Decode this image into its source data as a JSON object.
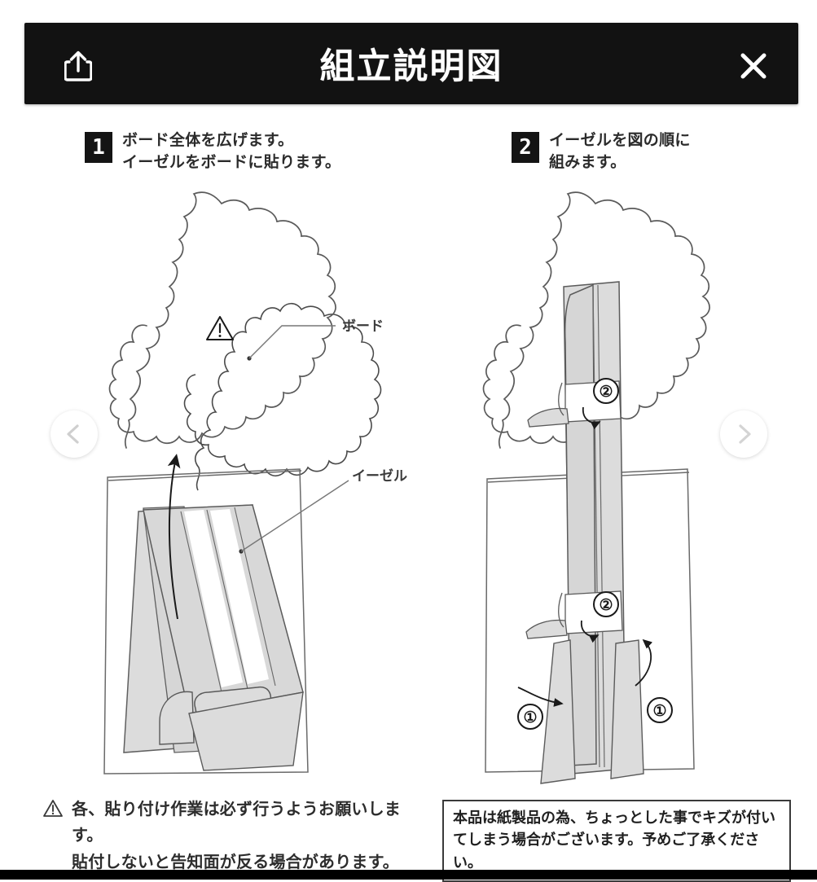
{
  "header": {
    "title": "組立説明図",
    "share_icon": "share-icon",
    "close_icon": "close-icon"
  },
  "nav": {
    "prev_icon": "chevron-left-icon",
    "next_icon": "chevron-right-icon"
  },
  "steps": [
    {
      "number": "1",
      "text": "ボード全体を広げます。\nイーゼルをボードに貼ります。"
    },
    {
      "number": "2",
      "text": "イーゼルを図の順に\n組みます。"
    }
  ],
  "diagram": {
    "labels": {
      "board": "ボード",
      "easel": "イーゼル"
    },
    "callouts": {
      "one": "①",
      "two": "②"
    },
    "warning_icon": "warning-triangle-icon"
  },
  "notes": {
    "warning": {
      "icon": "warning-triangle-icon",
      "text": "各、貼り付け作業は必ず行うようお願いします。\n貼付しないと告知面が反る場合があります。"
    },
    "boxed": {
      "text": "本品は紙製品の為、ちょっとした事でキズが付い\nてしまう場合がございます。予めご了承ください。"
    }
  },
  "colors": {
    "bar_background": "#121212",
    "bar_text": "#ffffff",
    "paper_fill": "#d9d9d9",
    "line": "#4a4a4a",
    "page_background": "#ffffff"
  }
}
